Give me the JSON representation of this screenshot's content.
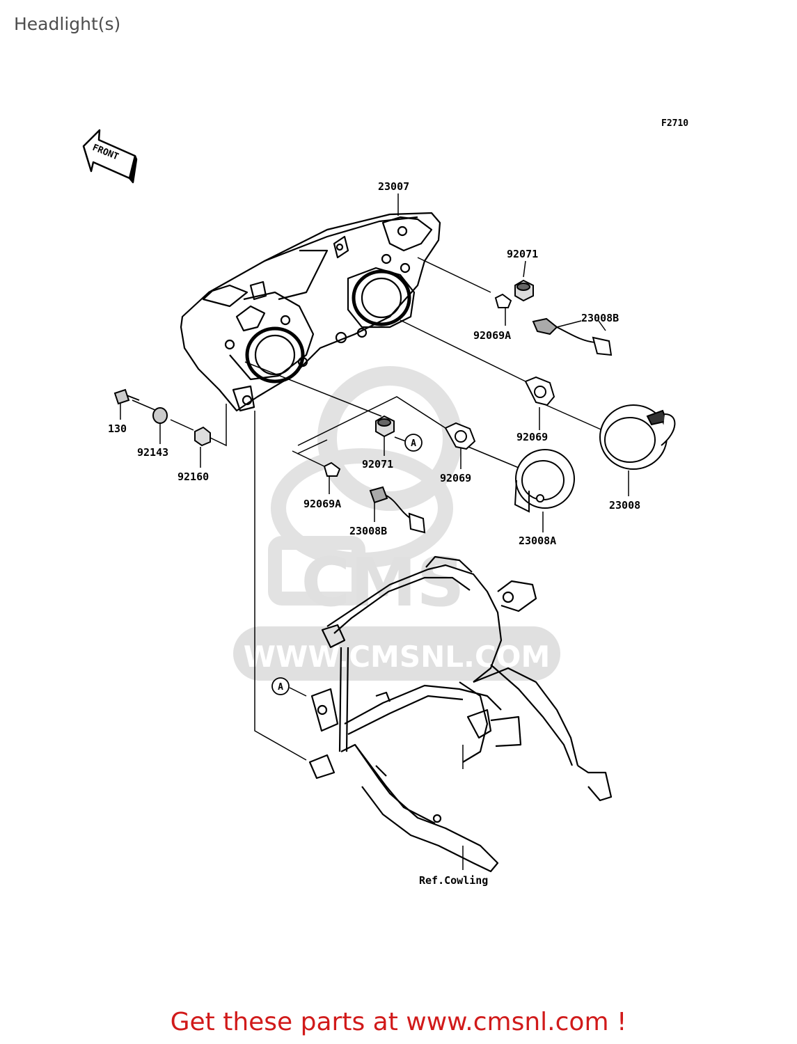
{
  "header": {
    "title": "Headlight(s)"
  },
  "diagram": {
    "code": "F2710",
    "front_arrow": "FRONT",
    "callout_letter": "A",
    "watermark": {
      "logo": "CMS",
      "url": "WWW.CMSNL.COM"
    },
    "parts": [
      {
        "id": "p23007",
        "label": "23007"
      },
      {
        "id": "p92071a",
        "label": "92071"
      },
      {
        "id": "p92069a1",
        "label": "92069A"
      },
      {
        "id": "p23008b1",
        "label": "23008B"
      },
      {
        "id": "p92069r",
        "label": "92069"
      },
      {
        "id": "p23008",
        "label": "23008"
      },
      {
        "id": "p92071b",
        "label": "92071"
      },
      {
        "id": "p92069c",
        "label": "92069"
      },
      {
        "id": "p23008a",
        "label": "23008A"
      },
      {
        "id": "p92069a2",
        "label": "92069A"
      },
      {
        "id": "p23008b2",
        "label": "23008B"
      },
      {
        "id": "p130",
        "label": "130"
      },
      {
        "id": "p92143",
        "label": "92143"
      },
      {
        "id": "p92160",
        "label": "92160"
      },
      {
        "id": "pref",
        "label": "Ref.Cowling"
      }
    ]
  },
  "footer": {
    "text": "Get these parts at www.cmsnl.com !"
  },
  "colors": {
    "footer": "#d11a1a",
    "title": "#4d4d4d",
    "watermark": "#d9d9d9",
    "line": "#000000"
  }
}
